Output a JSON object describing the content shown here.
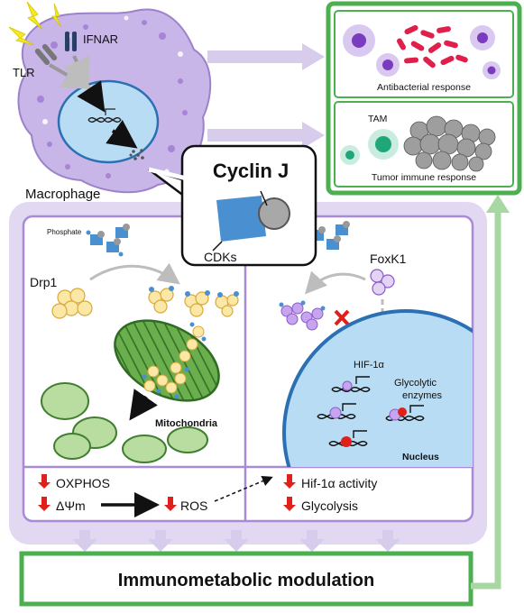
{
  "macrophage": {
    "label": "Macrophage",
    "receptors": {
      "tlr": "TLR",
      "ifnar": "IFNAR"
    }
  },
  "callout": {
    "title": "Cyclin J",
    "cdks": "CDKs"
  },
  "responses": {
    "antibacterial": "Antibacterial response",
    "tumor": "Tumor immune response",
    "tam": "TAM"
  },
  "left_panel": {
    "phosphate": "Phosphate",
    "drp1": "Drp1",
    "mitochondria": "Mitochondria"
  },
  "right_panel": {
    "foxk1": "FoxK1",
    "hif": "HIF-1α",
    "glycolytic_line1": "Glycolytic",
    "glycolytic_line2": "enzymes",
    "nucleus": "Nucleus"
  },
  "effects": {
    "oxphos": "OXPHOS",
    "membrane_potential": "ΔΨm",
    "ros": "ROS",
    "hif_activity": "Hif-1α activity",
    "glycolysis": "Glycolysis"
  },
  "footer": {
    "title": "Immunometabolic modulation"
  },
  "colors": {
    "purple": "#b49ad6",
    "green": "#4caf50",
    "blue": "#4a8fd0",
    "red": "#e0201b",
    "cell": "#c9b6e8"
  }
}
